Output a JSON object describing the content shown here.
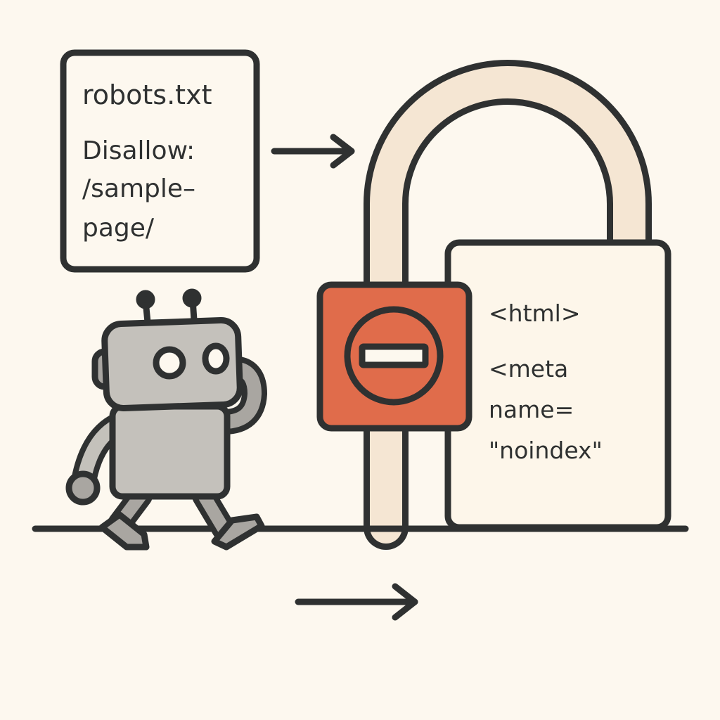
{
  "robots_file": {
    "title": "robots.txt",
    "line1": "Disallow:",
    "line2": "/sample–",
    "line3": "page/"
  },
  "html_doc": {
    "line1": "<html>",
    "line2": "<meta",
    "line3": "name=",
    "line4": "\"noindex\""
  },
  "icons": {
    "lock": "padlock-icon",
    "block": "no-entry-icon",
    "robot": "crawler-robot-icon"
  },
  "colors": {
    "background": "#fdf8ef",
    "stroke": "#2f3131",
    "block_sign": "#e06c4b",
    "shackle": "#f5e6d3",
    "robot": "#c4c1bb"
  }
}
